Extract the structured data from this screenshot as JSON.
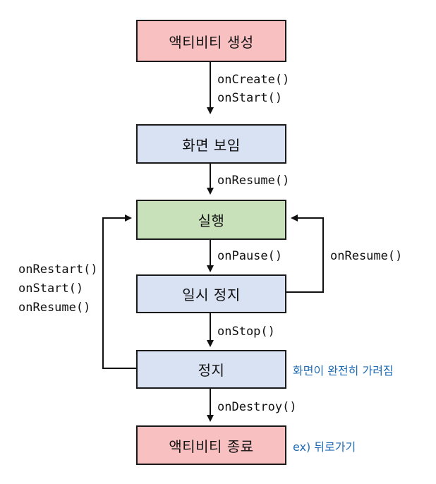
{
  "states": {
    "created": "액티비티 생성",
    "visible": "화면 보임",
    "running": "실행",
    "paused": "일시 정지",
    "stopped": "정지",
    "destroyed": "액티비티 종료"
  },
  "transitions": {
    "to_visible": [
      "onCreate()",
      "onStart()"
    ],
    "to_running": "onResume()",
    "to_paused": "onPause()",
    "paused_back": "onResume()",
    "to_stopped": "onStop()",
    "stopped_back": [
      "onRestart()",
      "onStart()",
      "onResume()"
    ],
    "to_destroyed": "onDestroy()"
  },
  "notes": {
    "stopped": "화면이 완전히 가려짐",
    "destroyed": "ex) 뒤로가기"
  },
  "colors": {
    "created": "#f8c0c0",
    "visible": "#d9e2f3",
    "running": "#c9e1bb",
    "note": "#1f6bb5"
  }
}
